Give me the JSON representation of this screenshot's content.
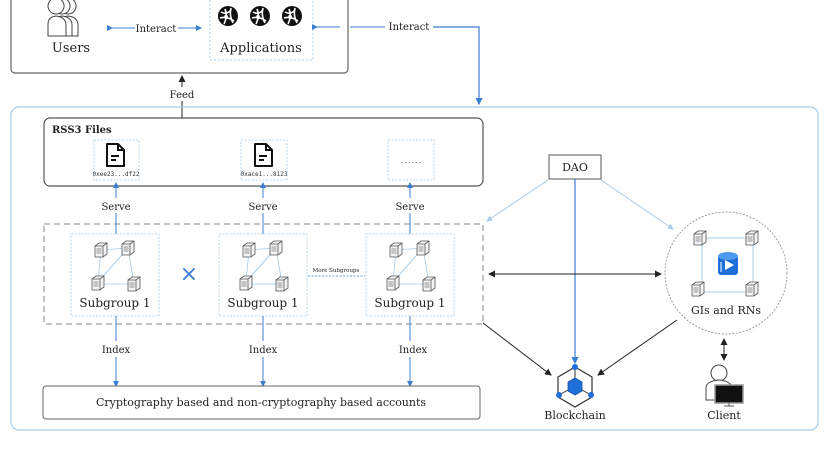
{
  "top_section": {
    "users_label": "Users",
    "applications_label": "Applications",
    "interact_label_users_apps": "Interact",
    "interact_label_apps_network": "Interact",
    "feed_label": "Feed"
  },
  "rss3_files": {
    "title": "RSS3 Files",
    "files": [
      {
        "name": "0xee23...df22",
        "icon": "document-icon"
      },
      {
        "name": "0xace1...8123",
        "icon": "document-icon"
      },
      {
        "name": "......",
        "icon": "ellipsis"
      }
    ]
  },
  "serve_labels": [
    "Serve",
    "Serve",
    "Serve"
  ],
  "subgroups": [
    {
      "label": "Subgroup 1"
    },
    {
      "label": "Subgroup 1"
    },
    {
      "label": "Subgroup 1"
    }
  ],
  "more_subgroups_label": "More Subgroups",
  "multiply_symbol": "×",
  "index_labels": [
    "Index",
    "Index",
    "Index"
  ],
  "accounts_label": "Cryptography based and non-cryptography based accounts",
  "dao_label": "DAO",
  "gis_rns_label": "GIs and RNs",
  "blockchain_label": "Blockchain",
  "client_label": "Client",
  "colors": {
    "blue": "#3b7fd4",
    "light_blue": "#a9cbe8",
    "border_gray": "#666666",
    "dark": "#222222",
    "dash_gray": "#888888",
    "blockchain_blue": "#1e6fd9"
  }
}
